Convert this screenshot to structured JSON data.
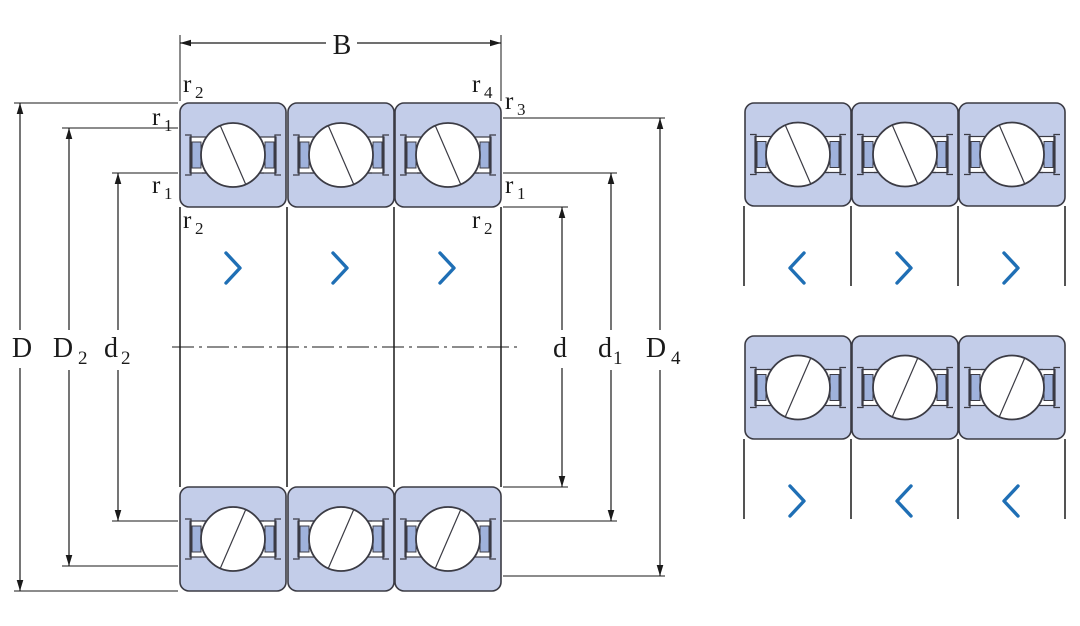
{
  "colors": {
    "ring": "#c3cde9",
    "ring_stroke": "#3b3b44",
    "ball": "#ffffff",
    "seal_inner": "#9fb2dc",
    "arrow": "#1f6fb5",
    "line": "#1a1a1a",
    "background": "#ffffff"
  },
  "dimensions": {
    "B": "B",
    "D": "D",
    "D2_main": "D",
    "D2_sub": "2",
    "d2_main": "d",
    "d2_sub": "2",
    "d": "d",
    "d1_main": "d",
    "d1_sub": "1",
    "D4_main": "D",
    "D4_sub": "4"
  },
  "radii": {
    "r_letter": "r",
    "sub_1": "1",
    "sub_2": "2",
    "sub_3": "3",
    "sub_4": "4"
  },
  "arrangements": {
    "main": [
      "right",
      "right",
      "right"
    ],
    "right_top": [
      "left",
      "right",
      "right"
    ],
    "right_bottom": [
      "right",
      "left",
      "left"
    ]
  },
  "icons": {
    "arrow_right": "chevron-right-icon",
    "arrow_left": "chevron-left-icon"
  }
}
